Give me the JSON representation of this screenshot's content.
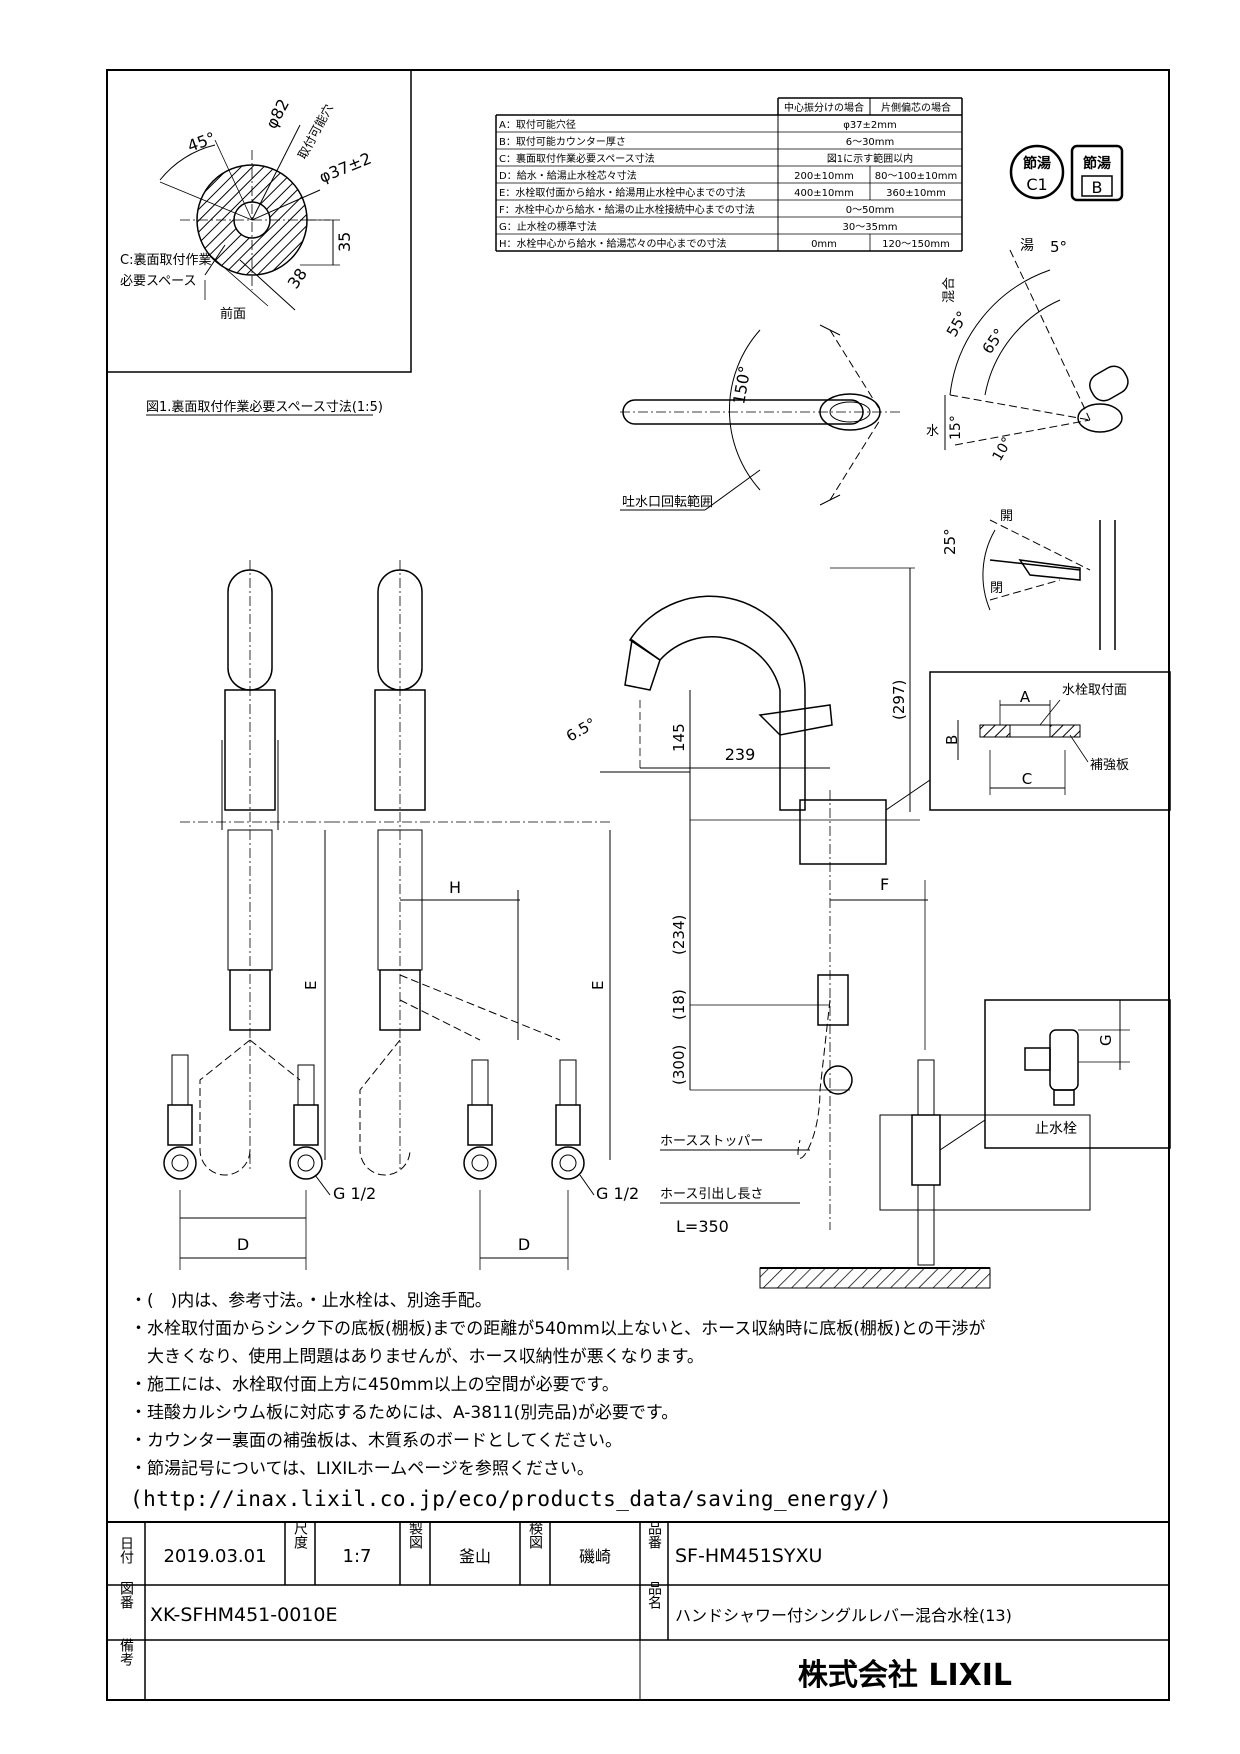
{
  "spec_table": {
    "headers": [
      "中心振分けの場合",
      "片側偏芯の場合"
    ],
    "rows": [
      {
        "label": "A：取付可能穴径",
        "v1": "φ37±2mm",
        "v2": ""
      },
      {
        "label": "B：取付可能カウンター厚さ",
        "v1": "6～30mm",
        "v2": ""
      },
      {
        "label": "C：裏面取付作業必要スペース寸法",
        "v1": "図1に示す範囲以内",
        "v2": ""
      },
      {
        "label": "D：給水・給湯止水栓芯々寸法",
        "v1": "200±10mm",
        "v2": "80～100±10mm"
      },
      {
        "label": "E：水栓取付面から給水・給湯用止水栓中心までの寸法",
        "v1": "400±10mm",
        "v2": "360±10mm"
      },
      {
        "label": "F：水栓中心から給水・給湯の止水栓接続中心までの寸法",
        "v1": "0～50mm",
        "v2": ""
      },
      {
        "label": "G：止水栓の標準寸法",
        "v1": "30～35mm",
        "v2": ""
      },
      {
        "label": "H：水栓中心から給水・給湯芯々の中心までの寸法",
        "v1": "0mm",
        "v2": "120～150mm"
      }
    ]
  },
  "badges": {
    "c1_top": "節湯",
    "c1_bottom": "C1",
    "b_top": "節湯",
    "b_bottom": "B"
  },
  "fig1": {
    "caption": "図1.裏面取付作業必要スペース寸法(1:5)",
    "angle": "45°",
    "dia_outer": "φ82",
    "hole_label": "取付可能穴",
    "dia_hole": "φ37±2",
    "dim_35": "35",
    "dim_38": "38",
    "c_label_1": "C:裏面取付作業",
    "c_label_2": "必要スペース",
    "front": "前面"
  },
  "plan": {
    "angle_150": "150°",
    "spout_label": "吐水口回転範囲"
  },
  "lever": {
    "hot": "湯",
    "mix": "混合",
    "cold": "水",
    "a5": "5°",
    "a55": "55°",
    "a65": "65°",
    "a15": "15°",
    "a10": "10°",
    "open": "開",
    "close": "閉",
    "a25": "25°"
  },
  "side": {
    "a65": "6.5°",
    "d145": "145",
    "d239": "239",
    "d297": "(297)",
    "d234": "(234)",
    "d18": "(18)",
    "d300": "(300)",
    "F": "F",
    "stopper": "ホースストッパー",
    "hose_len": "ホース引出し長さ",
    "hose_val": "L=350"
  },
  "front": {
    "E1": "E",
    "E2": "E",
    "H": "H",
    "D1": "D",
    "D2": "D",
    "G1": "G 1/2",
    "G2": "G 1/2"
  },
  "detail_mount": {
    "A": "A",
    "B": "B",
    "C": "C",
    "surface": "水栓取付面",
    "plate": "補強板"
  },
  "detail_valve": {
    "G": "G",
    "label": "止水栓"
  },
  "notes": [
    "・(　)内は、参考寸法。・止水栓は、別途手配。",
    "・水栓取付面からシンク下の底板(棚板)までの距離が540mm以上ないと、ホース収納時に底板(棚板)との干渉が",
    "　大きくなり、使用上問題はありませんが、ホース収納性が悪くなります。",
    "・施工には、水栓取付面上方に450mm以上の空間が必要です。",
    "・珪酸カルシウム板に対応するためには、A-3811(別売品)が必要です。",
    "・カウンター裏面の補強板は、木質系のボードとしてください。",
    "・節湯記号については、LIXILホームページを参照ください。"
  ],
  "notes_url": "(http://inax.lixil.co.jp/eco/products_data/saving_energy/)",
  "title_block": {
    "date_label": "日付",
    "date": "2019.03.01",
    "scale_label": "尺度",
    "scale": "1:7",
    "drawn_label": "製図",
    "drawn": "釜山",
    "checked_label": "検図",
    "checked": "磯崎",
    "model_label": "品番",
    "model": "SF-HM451SYXU",
    "drawing_label": "図番",
    "drawing_no": "XK-SFHM451-0010E",
    "name_label": "品名",
    "name": "ハンドシャワー付シングルレバー混合水栓(13)",
    "remarks_label": "備考",
    "company": "株式会社 LIXIL"
  }
}
